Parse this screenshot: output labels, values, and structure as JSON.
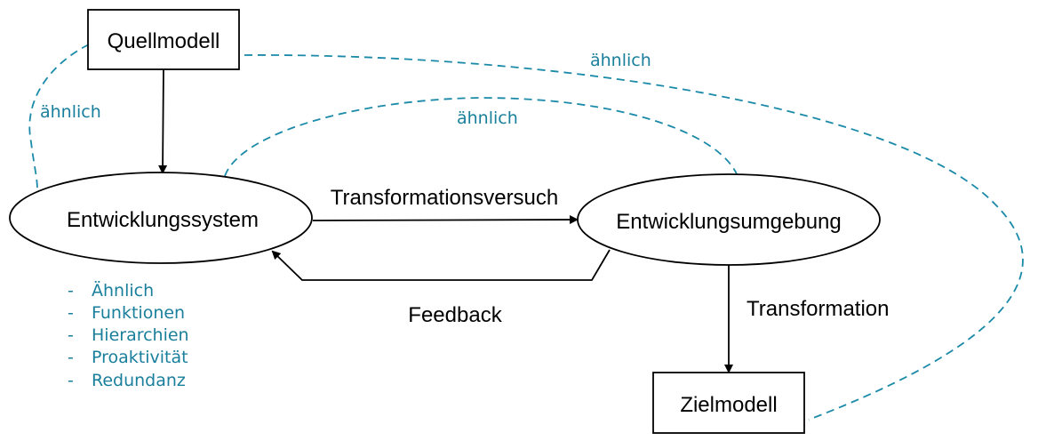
{
  "nodes": {
    "quellmodell": "Quellmodell",
    "entwicklungssystem": "Entwicklungssystem",
    "entwicklungsumgebung": "Entwicklungsumgebung",
    "zielmodell": "Zielmodell"
  },
  "edges": {
    "transformationsversuch": "Transformationsversuch",
    "feedback": "Feedback",
    "transformation": "Transformation"
  },
  "similarity": {
    "left": "ähnlich",
    "middle": "ähnlich",
    "right": "ähnlich"
  },
  "properties": [
    {
      "dash": "-",
      "label": "Ähnlich"
    },
    {
      "dash": "-",
      "label": "Funktionen"
    },
    {
      "dash": "-",
      "label": "Hierarchien"
    },
    {
      "dash": "-",
      "label": "Proaktivität"
    },
    {
      "dash": "-",
      "label": "Redundanz"
    }
  ],
  "colors": {
    "similarity": "#1a8aa8",
    "text": "#000000"
  }
}
